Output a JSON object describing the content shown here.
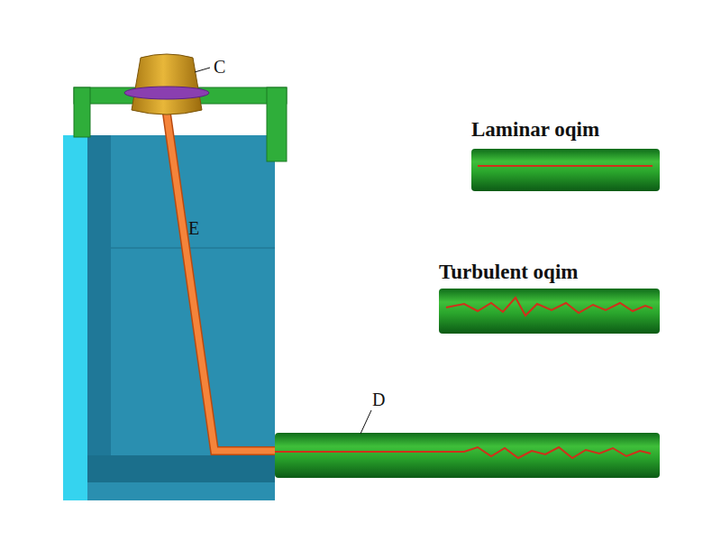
{
  "diagram": {
    "labels": [
      "C",
      "E",
      "D",
      "Laminar oqim",
      "Turbulent oqim"
    ]
  }
}
